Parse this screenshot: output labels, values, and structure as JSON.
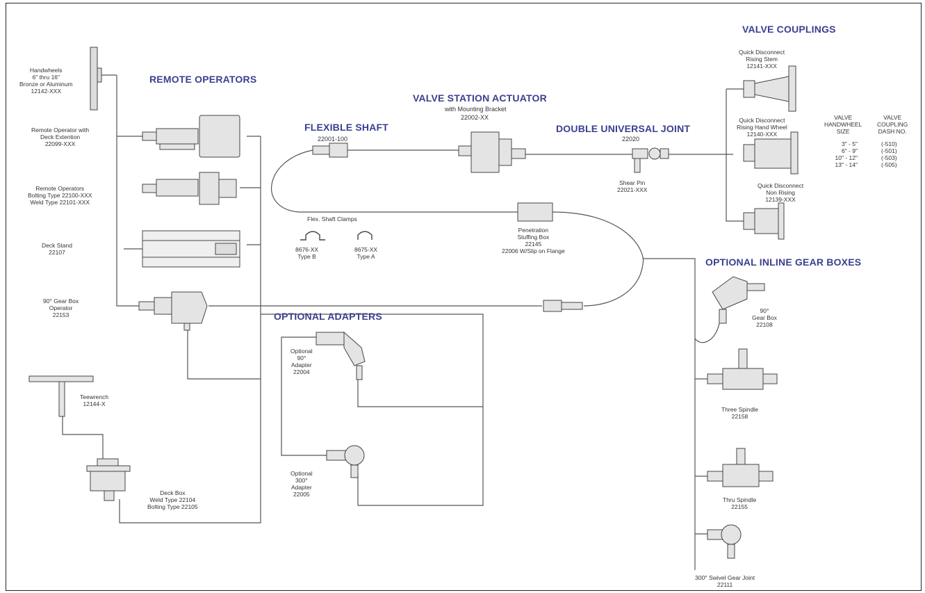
{
  "headers": {
    "remote_operators": "REMOTE OPERATORS",
    "valve_couplings": "VALVE COUPLINGS",
    "valve_station_actuator": "VALVE STATION ACTUATOR",
    "flexible_shaft": "FLEXIBLE SHAFT",
    "double_universal_joint": "DOUBLE UNIVERSAL JOINT",
    "optional_inline_gear_boxes": "OPTIONAL INLINE GEAR BOXES",
    "optional_adapters": "OPTIONAL ADAPTERS"
  },
  "subtitles": {
    "actuator_with": "with Mounting Bracket",
    "actuator_part": "22002-XX",
    "flexible_shaft_part": "22001-100",
    "universal_joint_part": "22020"
  },
  "labels": {
    "handwheels": [
      "Handwheels",
      "6\" thru 16\"",
      "Bronze or Aluminum",
      "12142-XXX"
    ],
    "remote_operator_deck": [
      "Remote Operator with",
      "Deck Extention",
      "22099-XXX"
    ],
    "remote_operators_bolting": [
      "Remote Operators",
      "Bolting Type 22100-XXX",
      "Weld Type 22101-XXX"
    ],
    "deck_stand": [
      "Deck Stand",
      "22107"
    ],
    "gear_box_operator": [
      "90° Gear Box",
      "Operator",
      "22153"
    ],
    "teewrench": [
      "Teewrench",
      "12144-X"
    ],
    "deck_box": [
      "Deck Box",
      "Weld Type 22104",
      "Bolting Type 22105"
    ],
    "flex_shaft_clamps": "Flex. Shaft Clamps",
    "clamp_b": [
      "8676-XX",
      "Type B"
    ],
    "clamp_a": [
      "8675-XX",
      "Type A"
    ],
    "penetration": [
      "Penetration",
      "Stuffing Box",
      "22145",
      "22006 W/Slip on Flange"
    ],
    "shear_pin": [
      "Shear Pin",
      "22021-XXX"
    ],
    "qd_rising_stem": [
      "Quick Disconnect",
      "Rising Stem",
      "12141-XXX"
    ],
    "qd_rising_hand_wheel": [
      "Quick Disconnect",
      "Rising Hand Wheel",
      "12140-XXX"
    ],
    "qd_non_rising": [
      "Quick Disconnect",
      "Non Rising",
      "12139-XXX"
    ],
    "adapter_90": [
      "Optional",
      "90°",
      "Adapter",
      "22004"
    ],
    "adapter_300": [
      "Optional",
      "300°",
      "Adapter",
      "22005"
    ],
    "gear_box_90": [
      "90°",
      "Gear Box",
      "22108"
    ],
    "three_spindle": [
      "Three Spindle",
      "22158"
    ],
    "thru_spindle": [
      "Thru Spindle",
      "22155"
    ],
    "swivel_gear_joint": [
      "300° Swivel Gear Joint",
      "22111"
    ]
  },
  "table": {
    "col1_header": [
      "VALVE",
      "HANDWHEEL",
      "SIZE"
    ],
    "col2_header": [
      "VALVE",
      "COUPLING",
      "DASH NO."
    ],
    "rows": [
      [
        "3\" - 5\"",
        "(-510)"
      ],
      [
        "6\" - 9\"",
        "(-501)"
      ],
      [
        "10\" - 12\"",
        "(-503)"
      ],
      [
        "13\" - 14\"",
        "(-505)"
      ]
    ]
  },
  "colors": {
    "header": "#3a3f8f",
    "line": "#555555"
  }
}
